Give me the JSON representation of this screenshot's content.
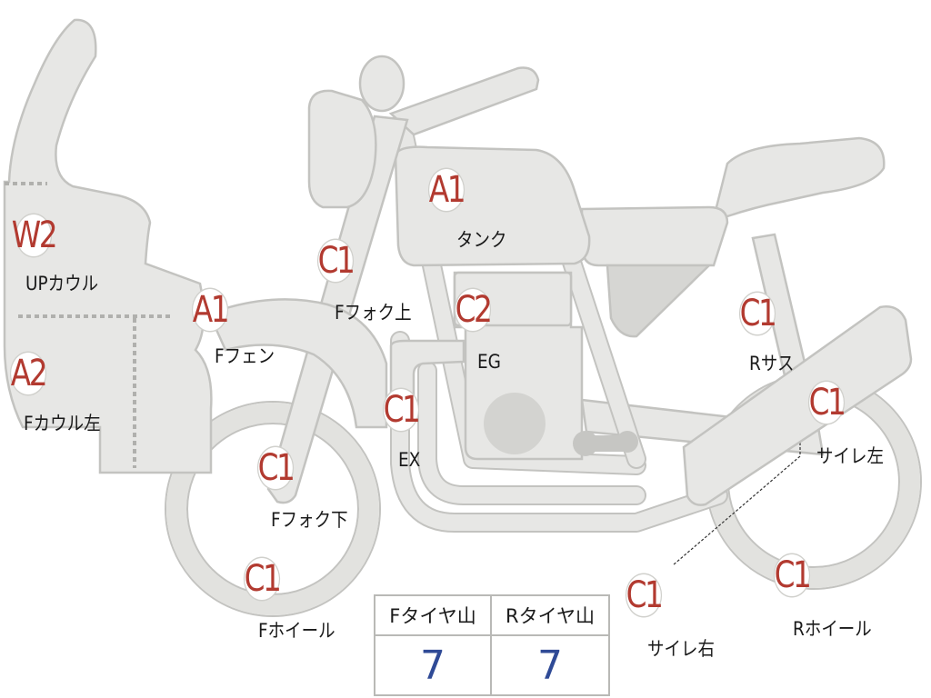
{
  "markers": [
    {
      "id": "upcowl",
      "code": "W2",
      "label": "UPカウル"
    },
    {
      "id": "fcowl-left",
      "code": "A2",
      "label": "Fカウル左"
    },
    {
      "id": "ffender",
      "code": "A1",
      "label": "Fフェン"
    },
    {
      "id": "ffork-upper",
      "code": "C1",
      "label": "Fフォク上"
    },
    {
      "id": "tank",
      "code": "A1",
      "label": "タンク"
    },
    {
      "id": "engine",
      "code": "C2",
      "label": "EG"
    },
    {
      "id": "exhaust",
      "code": "C1",
      "label": "EX"
    },
    {
      "id": "ffork-lower",
      "code": "C1",
      "label": "Fフォク下"
    },
    {
      "id": "fwheel",
      "code": "C1",
      "label": "Fホイール"
    },
    {
      "id": "rsus",
      "code": "C1",
      "label": "Rサス"
    },
    {
      "id": "silencer-left",
      "code": "C1",
      "label": "サイレ左"
    },
    {
      "id": "silencer-right",
      "code": "C1",
      "label": "サイレ右"
    },
    {
      "id": "rwheel",
      "code": "C1",
      "label": "Rホイール"
    }
  ],
  "tire_table": {
    "headers": [
      "Fタイヤ山",
      "Rタイヤ山"
    ],
    "values": [
      "7",
      "7"
    ]
  },
  "colors": {
    "marker_text": "#b23a30",
    "tire_value": "#2f4a96",
    "part_fill": "#e7e7e5",
    "part_outline": "#c3c3c0"
  }
}
